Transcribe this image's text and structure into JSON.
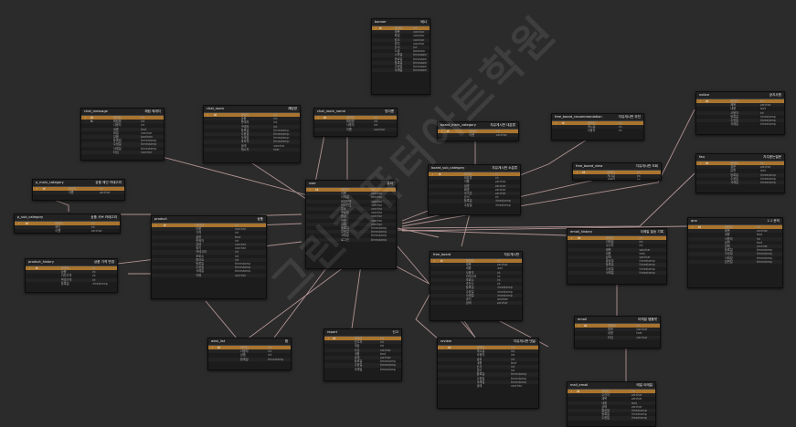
{
  "watermark": "그린컴퓨터아트학원",
  "colors": {
    "background": "#2b2b2b",
    "header_row": "#a9742e",
    "wire": "#c9a5a5"
  },
  "tables": [
    {
      "id": "banner",
      "title": "banner",
      "comment": "배너",
      "rows": [
        [
          "id",
          "아이디",
          "int"
        ],
        [
          "",
          "제목",
          "varchar"
        ],
        [
          "",
          "파일",
          "varchar"
        ],
        [
          "",
          "링크",
          "varchar"
        ],
        [
          "",
          "위치",
          "varchar"
        ],
        [
          "",
          "순서",
          "int"
        ],
        [
          "",
          "노출",
          "boolean"
        ],
        [
          "",
          "시작일",
          "timestamp"
        ],
        [
          "",
          "종료일",
          "timestamp"
        ],
        [
          "",
          "등록일",
          "timestamp"
        ],
        [
          "",
          "수정일",
          "timestamp"
        ],
        [
          "",
          "삭제일",
          "timestamp"
        ]
      ]
    },
    {
      "id": "notice",
      "title": "notice",
      "comment": "공지사항",
      "rows": [
        [
          "id",
          "아이디",
          "int"
        ],
        [
          "",
          "제목",
          "varchar"
        ],
        [
          "",
          "내용",
          "text"
        ],
        [
          "",
          "사용자",
          "int"
        ],
        [
          "",
          "등록일",
          "timestamp"
        ],
        [
          "",
          "수정일",
          "timestamp"
        ],
        [
          "",
          "삭제일",
          "timestamp"
        ]
      ]
    },
    {
      "id": "faq",
      "title": "faq",
      "comment": "자주묻는질문",
      "rows": [
        [
          "id",
          "아이디",
          "int"
        ],
        [
          "",
          "질문",
          "varchar"
        ],
        [
          "",
          "답변",
          "text"
        ],
        [
          "",
          "등록일",
          "timestamp"
        ],
        [
          "",
          "수정일",
          "timestamp"
        ],
        [
          "",
          "삭제일",
          "timestamp"
        ]
      ]
    },
    {
      "id": "chat_message",
      "title": "chat_message",
      "comment": "채팅 메세지",
      "rows": [
        [
          "id",
          "아이디",
          "int"
        ],
        [
          "fk",
          "채팅방",
          "int"
        ],
        [
          "",
          "사용자",
          "int"
        ],
        [
          "",
          "내용",
          "text"
        ],
        [
          "",
          "파일",
          "varchar"
        ],
        [
          "",
          "읽음",
          "boolean"
        ],
        [
          "",
          "등록일",
          "timestamp"
        ],
        [
          "",
          "수정일",
          "timestamp"
        ],
        [
          "",
          "삭제일",
          "timestamp"
        ],
        [
          "",
          "타입",
          "varchar"
        ]
      ]
    },
    {
      "id": "chat_room",
      "title": "chat_room",
      "comment": "채팅방",
      "rows": [
        [
          "id",
          "아이디",
          "int"
        ],
        [
          "",
          "상품",
          "int"
        ],
        [
          "",
          "판매자",
          "int"
        ],
        [
          "",
          "구매자",
          "int"
        ],
        [
          "",
          "등록일",
          "timestamp"
        ],
        [
          "",
          "수정일",
          "timestamp"
        ],
        [
          "",
          "삭제일",
          "timestamp"
        ],
        [
          "",
          "마지막",
          "timestamp"
        ],
        [
          "",
          "상태",
          "varchar"
        ],
        [
          "",
          "메시지",
          "text"
        ]
      ]
    },
    {
      "id": "chat_room_name",
      "title": "chat_room_name",
      "comment": "방이름",
      "rows": [
        [
          "id",
          "아이디",
          "int"
        ],
        [
          "",
          "채팅방",
          "int"
        ],
        [
          "",
          "사용자",
          "int"
        ],
        [
          "",
          "이름",
          "varchar"
        ]
      ]
    },
    {
      "id": "board_main_category",
      "title": "board_main_category",
      "comment": "자유게시판 대분류",
      "rows": [
        [
          "id",
          "아이디",
          "int"
        ],
        [
          "",
          "이름",
          "varchar"
        ]
      ]
    },
    {
      "id": "free_board_recommendation",
      "title": "free_board_recommendation",
      "comment": "자유게시판 추천",
      "rows": [
        [
          "id",
          "아이디",
          "int"
        ],
        [
          "",
          "게시글",
          "int"
        ],
        [
          "",
          "사용자",
          "int"
        ]
      ]
    },
    {
      "id": "board_sub_category",
      "title": "board_sub_category",
      "comment": "자유게시판 소분류",
      "rows": [
        [
          "id",
          "아이디",
          "int"
        ],
        [
          "",
          "대분류",
          "int"
        ],
        [
          "",
          "이름",
          "varchar"
        ],
        [
          "",
          "설명",
          "varchar"
        ],
        [
          "",
          "배경",
          "varchar"
        ],
        [
          "",
          "아이콘",
          "varchar"
        ],
        [
          "",
          "순서",
          "int"
        ],
        [
          "",
          "등록일",
          "timestamp"
        ],
        [
          "",
          "수정일",
          "timestamp"
        ]
      ]
    },
    {
      "id": "free_board_view",
      "title": "free_board_view",
      "comment": "자유게시판 조회",
      "rows": [
        [
          "id",
          "아이디",
          "int"
        ],
        [
          "",
          "게시글",
          "int"
        ],
        [
          "",
          "사용자",
          "int"
        ]
      ]
    },
    {
      "id": "p_main_category",
      "title": "p_main_category",
      "comment": "상품 메인 카테고리",
      "rows": [
        [
          "id",
          "아이디",
          "int"
        ],
        [
          "",
          "이름",
          "varchar"
        ]
      ]
    },
    {
      "id": "p_sub_category",
      "title": "p_sub_category",
      "comment": "상품 서브 카테고리",
      "rows": [
        [
          "id",
          "아이디",
          "int"
        ],
        [
          "",
          "메인",
          "int"
        ],
        [
          "",
          "이름",
          "varchar"
        ]
      ]
    },
    {
      "id": "product",
      "title": "product",
      "comment": "상품",
      "rows": [
        [
          "id",
          "아이디",
          "int"
        ],
        [
          "",
          "이름",
          "varchar"
        ],
        [
          "",
          "가격",
          "int"
        ],
        [
          "",
          "설명",
          "text"
        ],
        [
          "",
          "판매자",
          "int"
        ],
        [
          "",
          "상태",
          "varchar"
        ],
        [
          "",
          "위치",
          "varchar"
        ],
        [
          "",
          "카테고리",
          "int"
        ],
        [
          "",
          "조회수",
          "int"
        ],
        [
          "",
          "좋아요",
          "int"
        ],
        [
          "",
          "등록일",
          "timestamp"
        ],
        [
          "",
          "수정일",
          "timestamp"
        ],
        [
          "",
          "삭제일",
          "timestamp"
        ],
        [
          "",
          "거래",
          "varchar"
        ]
      ]
    },
    {
      "id": "user",
      "title": "user",
      "comment": "유저",
      "rows": [
        [
          "id",
          "아이디",
          "int"
        ],
        [
          "",
          "이름",
          "varchar"
        ],
        [
          "",
          "이메일",
          "varchar"
        ],
        [
          "",
          "비밀번호",
          "varchar"
        ],
        [
          "",
          "전화번호",
          "varchar"
        ],
        [
          "",
          "주소",
          "varchar"
        ],
        [
          "",
          "프로필",
          "varchar"
        ],
        [
          "",
          "등급",
          "varchar"
        ],
        [
          "",
          "권한",
          "varchar"
        ],
        [
          "",
          "상태",
          "varchar"
        ],
        [
          "",
          "등록일",
          "timestamp"
        ],
        [
          "",
          "수정일",
          "timestamp"
        ],
        [
          "",
          "삭제일",
          "timestamp"
        ],
        [
          "",
          "로그인",
          "timestamp"
        ]
      ]
    },
    {
      "id": "free_board",
      "title": "free_board",
      "comment": "자유게시판",
      "rows": [
        [
          "id",
          "아이디",
          "int"
        ],
        [
          "",
          "제목",
          "varchar"
        ],
        [
          "",
          "내용",
          "text"
        ],
        [
          "",
          "사용자",
          "int"
        ],
        [
          "",
          "카테고리",
          "int"
        ],
        [
          "",
          "조회수",
          "int"
        ],
        [
          "",
          "추천수",
          "int"
        ],
        [
          "",
          "등록일",
          "timestamp"
        ],
        [
          "",
          "수정일",
          "timestamp"
        ],
        [
          "",
          "삭제일",
          "timestamp"
        ],
        [
          "",
          "공지",
          "boolean"
        ],
        [
          "",
          "상태",
          "varchar"
        ]
      ]
    },
    {
      "id": "email_history",
      "title": "email_history",
      "comment": "이메일 발송 기록",
      "rows": [
        [
          "id",
          "아이디",
          "int"
        ],
        [
          "",
          "이메일",
          "int"
        ],
        [
          "",
          "수신자",
          "int"
        ],
        [
          "",
          "제목",
          "varchar"
        ],
        [
          "",
          "내용",
          "text"
        ],
        [
          "",
          "상태",
          "varchar"
        ],
        [
          "",
          "발송일",
          "timestamp"
        ],
        [
          "",
          "등록일",
          "timestamp"
        ],
        [
          "",
          "수정일",
          "timestamp"
        ],
        [
          "",
          "삭제일",
          "timestamp"
        ]
      ]
    },
    {
      "id": "qna",
      "title": "qna",
      "comment": "1:1 문의",
      "rows": [
        [
          "id",
          "아이디",
          "int"
        ],
        [
          "",
          "제목",
          "varchar"
        ],
        [
          "",
          "내용",
          "text"
        ],
        [
          "",
          "사용자",
          "int"
        ],
        [
          "",
          "답변",
          "text"
        ],
        [
          "",
          "상태",
          "varchar"
        ],
        [
          "",
          "등록일",
          "timestamp"
        ],
        [
          "",
          "수정일",
          "timestamp"
        ],
        [
          "",
          "삭제일",
          "timestamp"
        ],
        [
          "",
          "답변일",
          "timestamp"
        ]
      ]
    },
    {
      "id": "product_history",
      "title": "product_history",
      "comment": "상품 가격 변경",
      "rows": [
        [
          "id",
          "아이디",
          "int"
        ],
        [
          "",
          "상품",
          "int"
        ],
        [
          "",
          "이전가격",
          "int"
        ],
        [
          "",
          "변경가격",
          "int"
        ],
        [
          "",
          "등록일",
          "timestamp"
        ]
      ]
    },
    {
      "id": "wish_list",
      "title": "wish_list",
      "comment": "찜",
      "rows": [
        [
          "id",
          "아이디",
          "int"
        ],
        [
          "",
          "사용자",
          "int"
        ],
        [
          "",
          "상품",
          "int"
        ],
        [
          "",
          "등록일",
          "timestamp"
        ]
      ]
    },
    {
      "id": "report",
      "title": "report",
      "comment": "신고",
      "rows": [
        [
          "id",
          "아이디",
          "int"
        ],
        [
          "",
          "신고자",
          "int"
        ],
        [
          "",
          "대상",
          "int"
        ],
        [
          "",
          "사유",
          "varchar"
        ],
        [
          "",
          "내용",
          "text"
        ],
        [
          "",
          "상태",
          "varchar"
        ],
        [
          "",
          "등록일",
          "timestamp"
        ],
        [
          "",
          "수정일",
          "timestamp"
        ],
        [
          "",
          "삭제일",
          "timestamp"
        ]
      ]
    },
    {
      "id": "review",
      "title": "review",
      "comment": "자유게시판 댓글",
      "rows": [
        [
          "id",
          "아이디",
          "int"
        ],
        [
          "",
          "게시글",
          "int"
        ],
        [
          "",
          "사용자",
          "int"
        ],
        [
          "",
          "상위",
          "int"
        ],
        [
          "",
          "내용",
          "text"
        ],
        [
          "",
          "순서",
          "int"
        ],
        [
          "",
          "깊이",
          "int"
        ],
        [
          "",
          "등록일",
          "timestamp"
        ],
        [
          "",
          "수정일",
          "timestamp"
        ],
        [
          "",
          "삭제일",
          "timestamp"
        ],
        [
          "",
          "상태",
          "varchar"
        ]
      ]
    },
    {
      "id": "email",
      "title": "email",
      "comment": "이메일 템플릿",
      "rows": [
        [
          "id",
          "아이디",
          "int"
        ],
        [
          "",
          "제목",
          "varchar"
        ],
        [
          "",
          "내용",
          "text"
        ],
        [
          "",
          "타입",
          "varchar"
        ]
      ]
    },
    {
      "id": "mail_email",
      "title": "mail_email",
      "comment": "메일 이메일",
      "rows": [
        [
          "id",
          "아이디",
          "int"
        ],
        [
          "",
          "수신자",
          "varchar"
        ],
        [
          "",
          "제목",
          "varchar"
        ],
        [
          "",
          "내용",
          "text"
        ],
        [
          "",
          "상태",
          "varchar"
        ],
        [
          "",
          "발송일",
          "timestamp"
        ],
        [
          "",
          "등록일",
          "timestamp"
        ],
        [
          "",
          "수정일",
          "timestamp"
        ]
      ]
    }
  ]
}
